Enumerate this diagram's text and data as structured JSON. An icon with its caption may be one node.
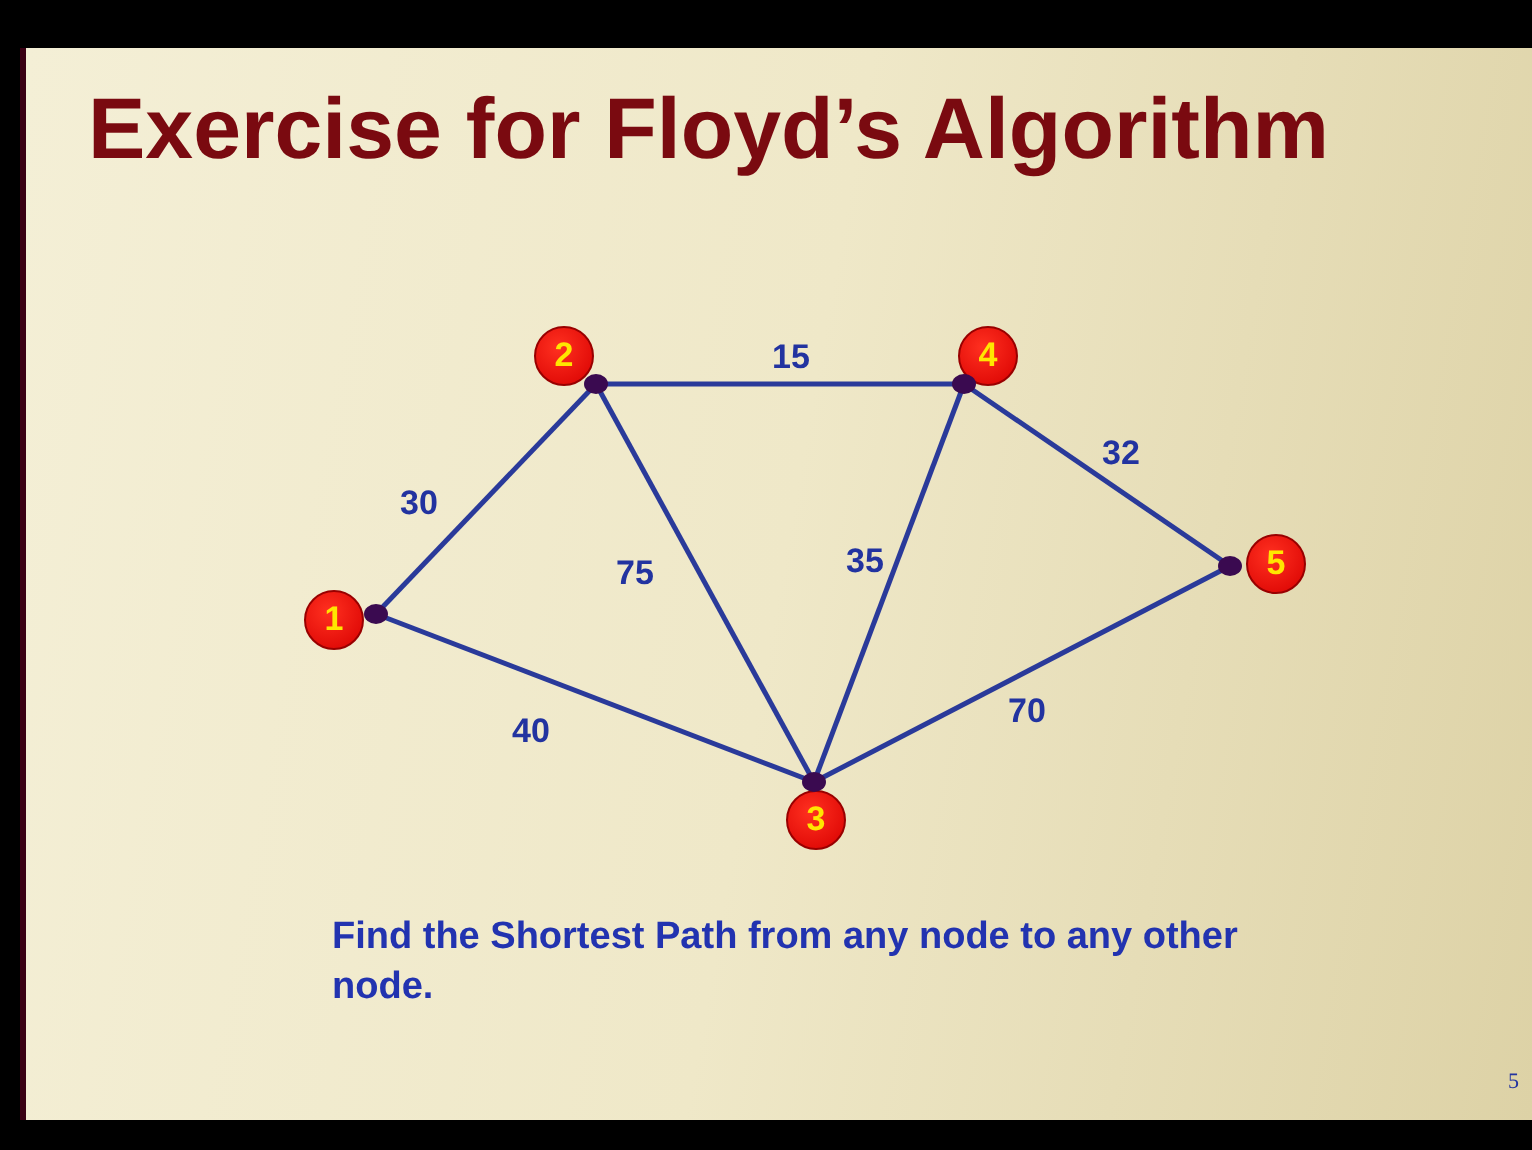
{
  "diagram": {
    "title": "Exercise for Floyd’s Algorithm",
    "nodes": [
      {
        "text": [
          "1"
        ]
      },
      {
        "text": [
          "2"
        ]
      },
      {
        "text": [
          "3"
        ]
      },
      {
        "text": [
          "4"
        ]
      },
      {
        "text": [
          "5"
        ]
      }
    ],
    "edges": [
      {
        "from": 0,
        "to": 1,
        "arrow": "none",
        "label": "30"
      },
      {
        "from": 1,
        "to": 3,
        "arrow": "none",
        "label": "15"
      },
      {
        "from": 1,
        "to": 2,
        "arrow": "none",
        "label": "75"
      },
      {
        "from": 0,
        "to": 2,
        "arrow": "none",
        "label": "40"
      },
      {
        "from": 3,
        "to": 2,
        "arrow": "none",
        "label": "35"
      },
      {
        "from": 3,
        "to": 4,
        "arrow": "none",
        "label": "32"
      },
      {
        "from": 2,
        "to": 4,
        "arrow": "none",
        "label": "70"
      }
    ],
    "caption": "Find the **Shortest Path** from any node to any other node.",
    "labels": [
      "5"
    ]
  }
}
